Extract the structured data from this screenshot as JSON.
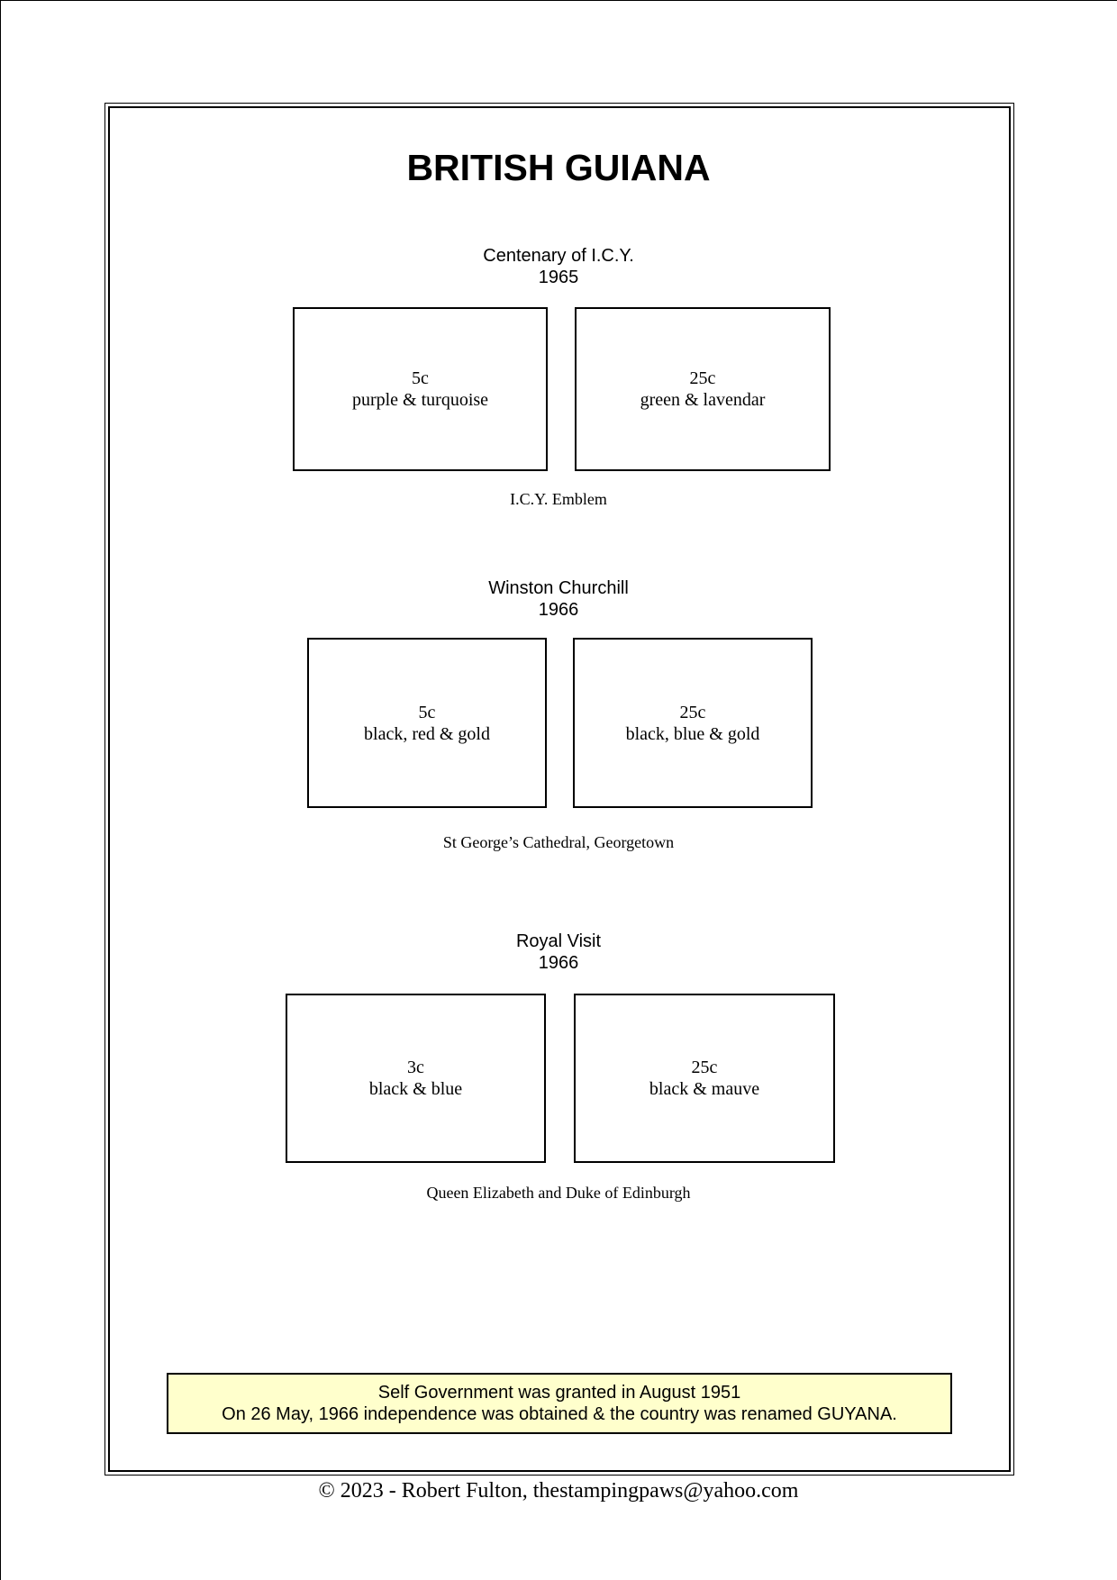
{
  "page": {
    "title": "BRITISH GUIANA",
    "sets": [
      {
        "heading": "Centenary of I.C.Y.",
        "year": "1965",
        "stamps": [
          {
            "value": "5c",
            "colour": "purple & turquoise"
          },
          {
            "value": "25c",
            "colour": "green & lavendar"
          }
        ],
        "caption": "I.C.Y. Emblem"
      },
      {
        "heading": "Winston Churchill",
        "year": "1966",
        "stamps": [
          {
            "value": "5c",
            "colour": "black, red & gold"
          },
          {
            "value": "25c",
            "colour": "black, blue & gold"
          }
        ],
        "caption": "St George’s Cathedral, Georgetown"
      },
      {
        "heading": "Royal Visit",
        "year": "1966",
        "stamps": [
          {
            "value": "3c",
            "colour": "black & blue"
          },
          {
            "value": "25c",
            "colour": "black & mauve"
          }
        ],
        "caption": "Queen Elizabeth and Duke of Edinburgh"
      }
    ],
    "note": {
      "line1": "Self Government was granted in August 1951",
      "line2": "On 26 May, 1966 independence was obtained & the country was renamed GUYANA.",
      "background": "#ffffcc"
    },
    "footer": "© 2023 -  Robert Fulton, thestampingpaws@yahoo.com"
  }
}
